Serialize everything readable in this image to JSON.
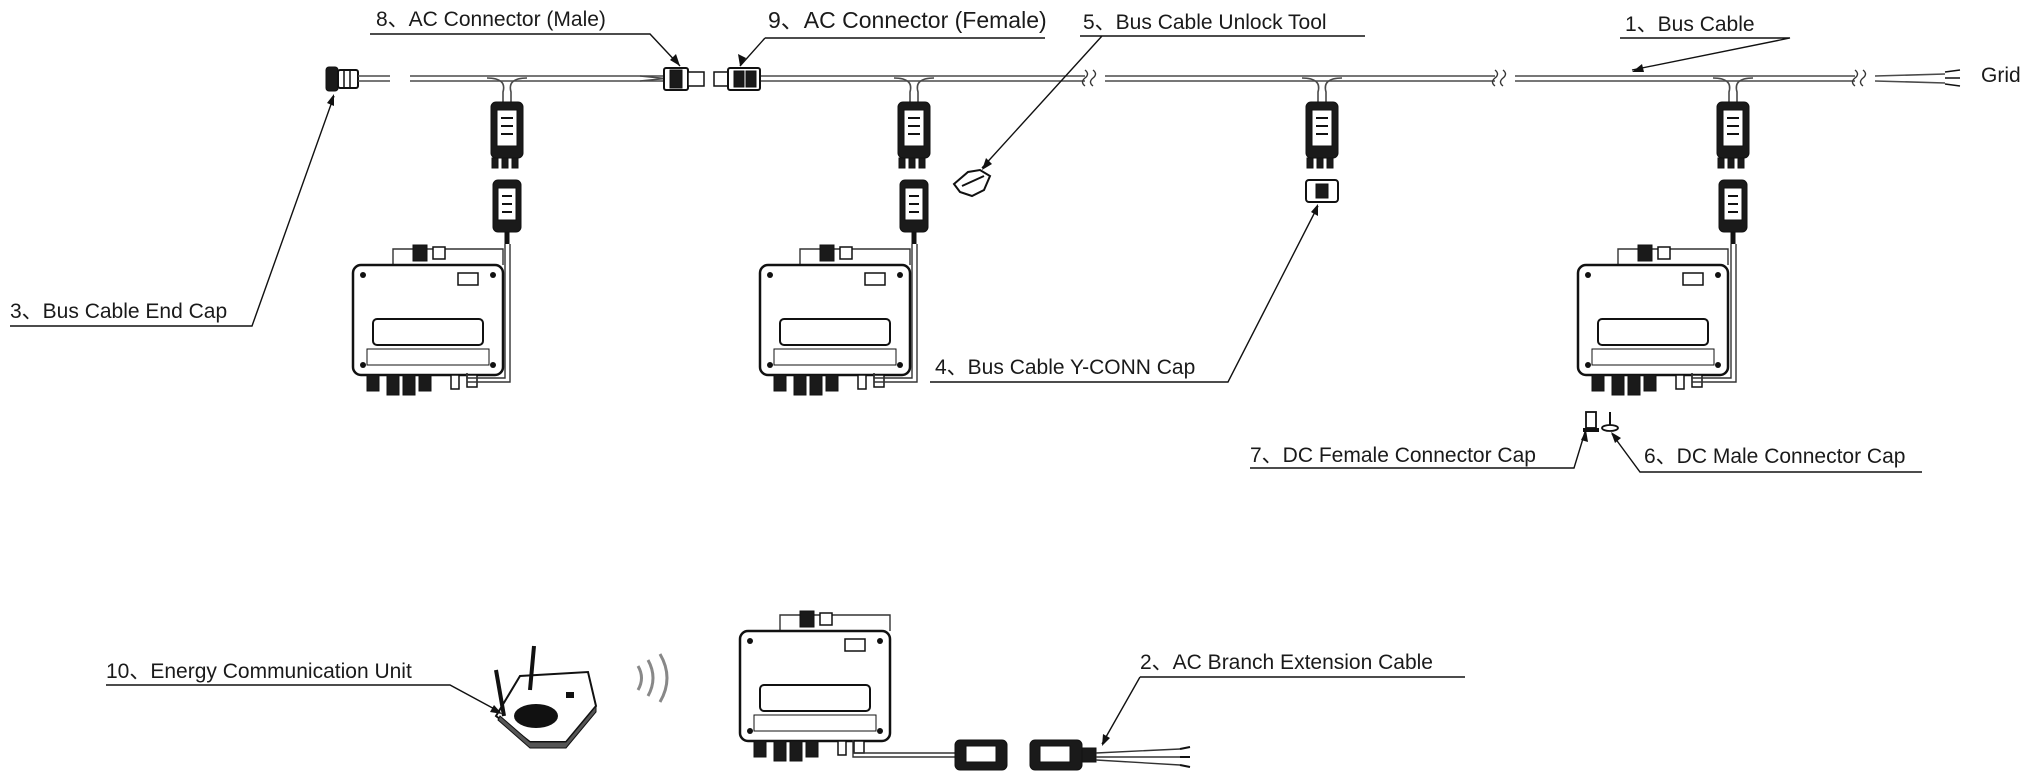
{
  "labels": {
    "bus_cable": "1、Bus Cable",
    "ac_branch_extension": "2、AC Branch Extension Cable",
    "bus_cable_end_cap": "3、Bus Cable End Cap",
    "bus_cable_y_conn_cap": "4、Bus Cable Y-CONN Cap",
    "bus_cable_unlock_tool": "5、Bus Cable Unlock Tool",
    "dc_male_connector_cap": "6、DC Male Connector Cap",
    "dc_female_connector_cap": "7、DC Female Connector Cap",
    "ac_connector_male": "8、AC Connector (Male)",
    "ac_connector_female": "9、AC Connector (Female)",
    "energy_communication_unit": "10、Energy Communication Unit",
    "grid": "Grid"
  },
  "colors": {
    "line": "#111111",
    "cable": "#4a4a4a",
    "connector_body": "#1a1a1a",
    "background": "#ffffff"
  },
  "icons": [
    "microinverter-icon",
    "y-connector-icon",
    "ac-connector-icon",
    "end-cap-icon",
    "unlock-tool-icon",
    "dc-cap-icon",
    "ecu-router-icon",
    "wireless-signal-icon",
    "cable-break-icon"
  ]
}
